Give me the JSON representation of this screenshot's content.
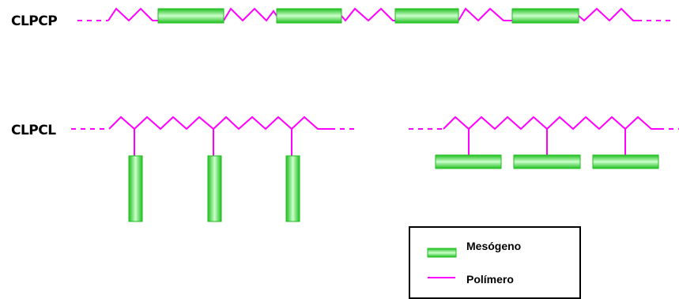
{
  "rows": {
    "main_chain": {
      "label": "CLPCP"
    },
    "side_chain": {
      "label": "CLPCL"
    }
  },
  "legend": {
    "mesogen_label": "Mesógeno",
    "polymer_label": "Polímero"
  },
  "colors": {
    "polymer": "#ff00ff",
    "mesogen_dark": "#22cc22",
    "mesogen_light": "#ccffcc",
    "text": "#000000"
  }
}
